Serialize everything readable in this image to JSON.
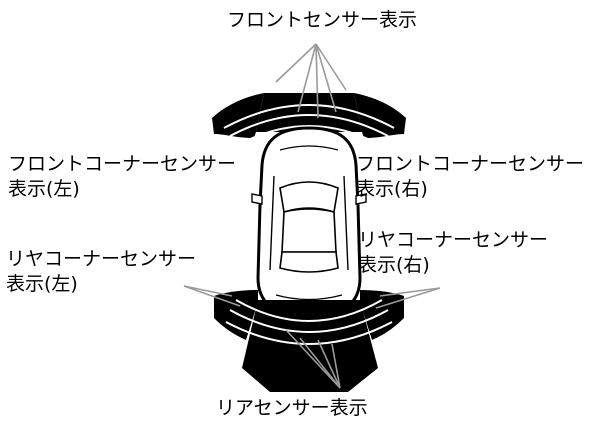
{
  "labels": {
    "front_sensor": "フロントセンサー表示",
    "front_corner_left_line1": "フロントコーナーセンサー",
    "front_corner_left_line2": "表示(左)",
    "front_corner_right_line1": "フロントコーナーセンサー",
    "front_corner_right_line2": "表示(右)",
    "rear_corner_left_line1": "リヤコーナーセンサー",
    "rear_corner_left_line2": "表示(左)",
    "rear_corner_right_line1": "リヤコーナーセンサー",
    "rear_corner_right_line2": "表示(右)",
    "rear_sensor": "リアセンサー表示"
  },
  "colors": {
    "sensor_fill": "#000000",
    "car_outline": "#000000",
    "car_body": "#ffffff",
    "leader_lines": "#9a9a9a"
  }
}
